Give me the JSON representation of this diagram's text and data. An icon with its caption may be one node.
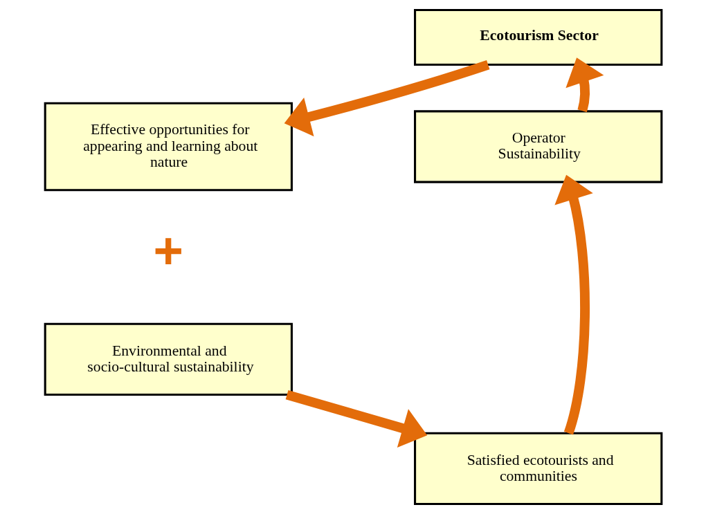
{
  "diagram": {
    "nodes": [
      {
        "text": [
          "Ecotourism Sector"
        ]
      },
      {
        "text": [
          "Effective opportunities for appearing and learning about nature"
        ]
      },
      {
        "text": [
          "Environmental and socio-cultural sustainability"
        ]
      },
      {
        "text": [
          "Satisfied ecotourists and communities"
        ]
      },
      {
        "text": [
          "Operator Sustainability"
        ]
      }
    ],
    "edges": [
      {
        "from": 0,
        "to": 1,
        "arrow": "to"
      },
      {
        "from": 2,
        "to": 3,
        "arrow": "to"
      },
      {
        "from": 3,
        "to": 4,
        "arrow": "to"
      },
      {
        "from": 4,
        "to": 0,
        "arrow": "to"
      }
    ],
    "labels": [
      "+"
    ]
  }
}
